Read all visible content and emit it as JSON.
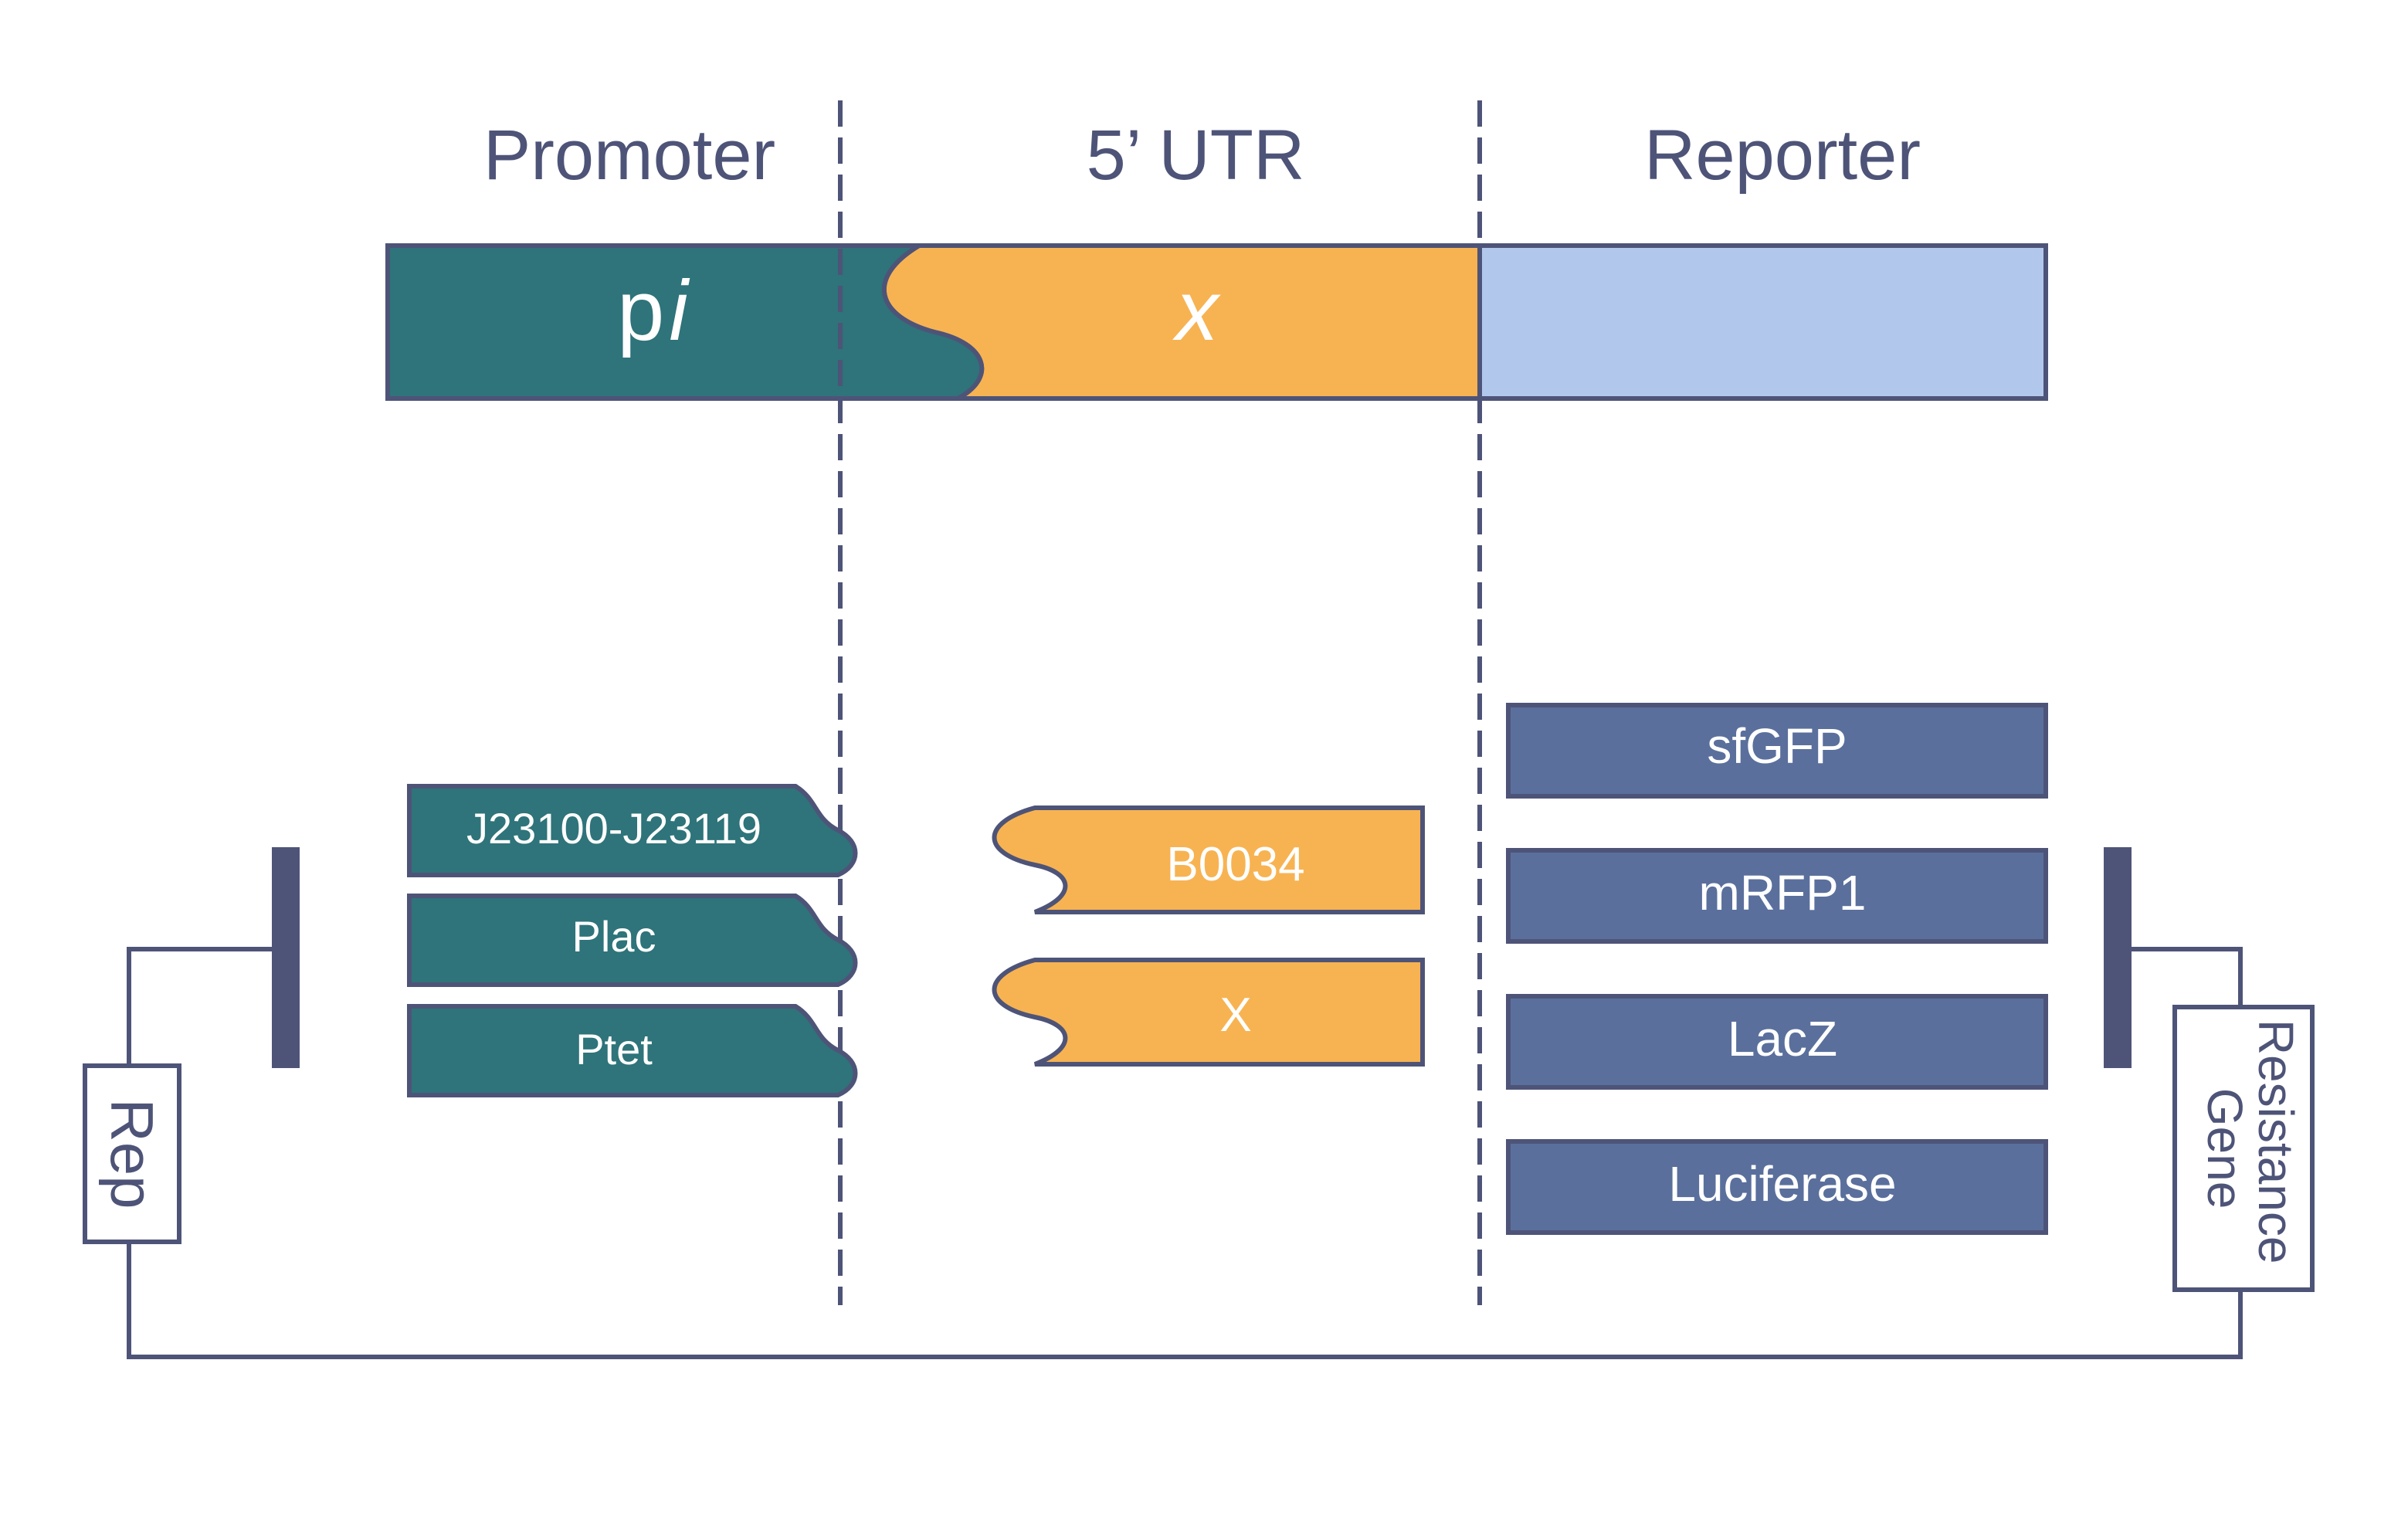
{
  "headers": {
    "promoter": "Promoter",
    "utr": "5’ UTR",
    "reporter": "Reporter"
  },
  "construct": {
    "promoter_label_p": "p",
    "promoter_label_i": "i",
    "utr_label": "x"
  },
  "promoters": [
    "J23100-J23119",
    "Plac",
    "Ptet"
  ],
  "utrs": [
    "B0034",
    "X"
  ],
  "reporters": [
    "sfGFP",
    "mRFP1",
    "LacZ",
    "Luciferase"
  ],
  "backbone": {
    "rep_label": "Rep",
    "resistance_line1": "Resistance",
    "resistance_line2": "Gene"
  },
  "colors": {
    "promoter": "#2e747a",
    "utr": "#f7b352",
    "reporter_light": "#b2c7ec",
    "reporter_dark": "#5a6f9c",
    "outline": "#4e5478",
    "text_dark": "#4e5478",
    "text_light": "#ffffff"
  }
}
